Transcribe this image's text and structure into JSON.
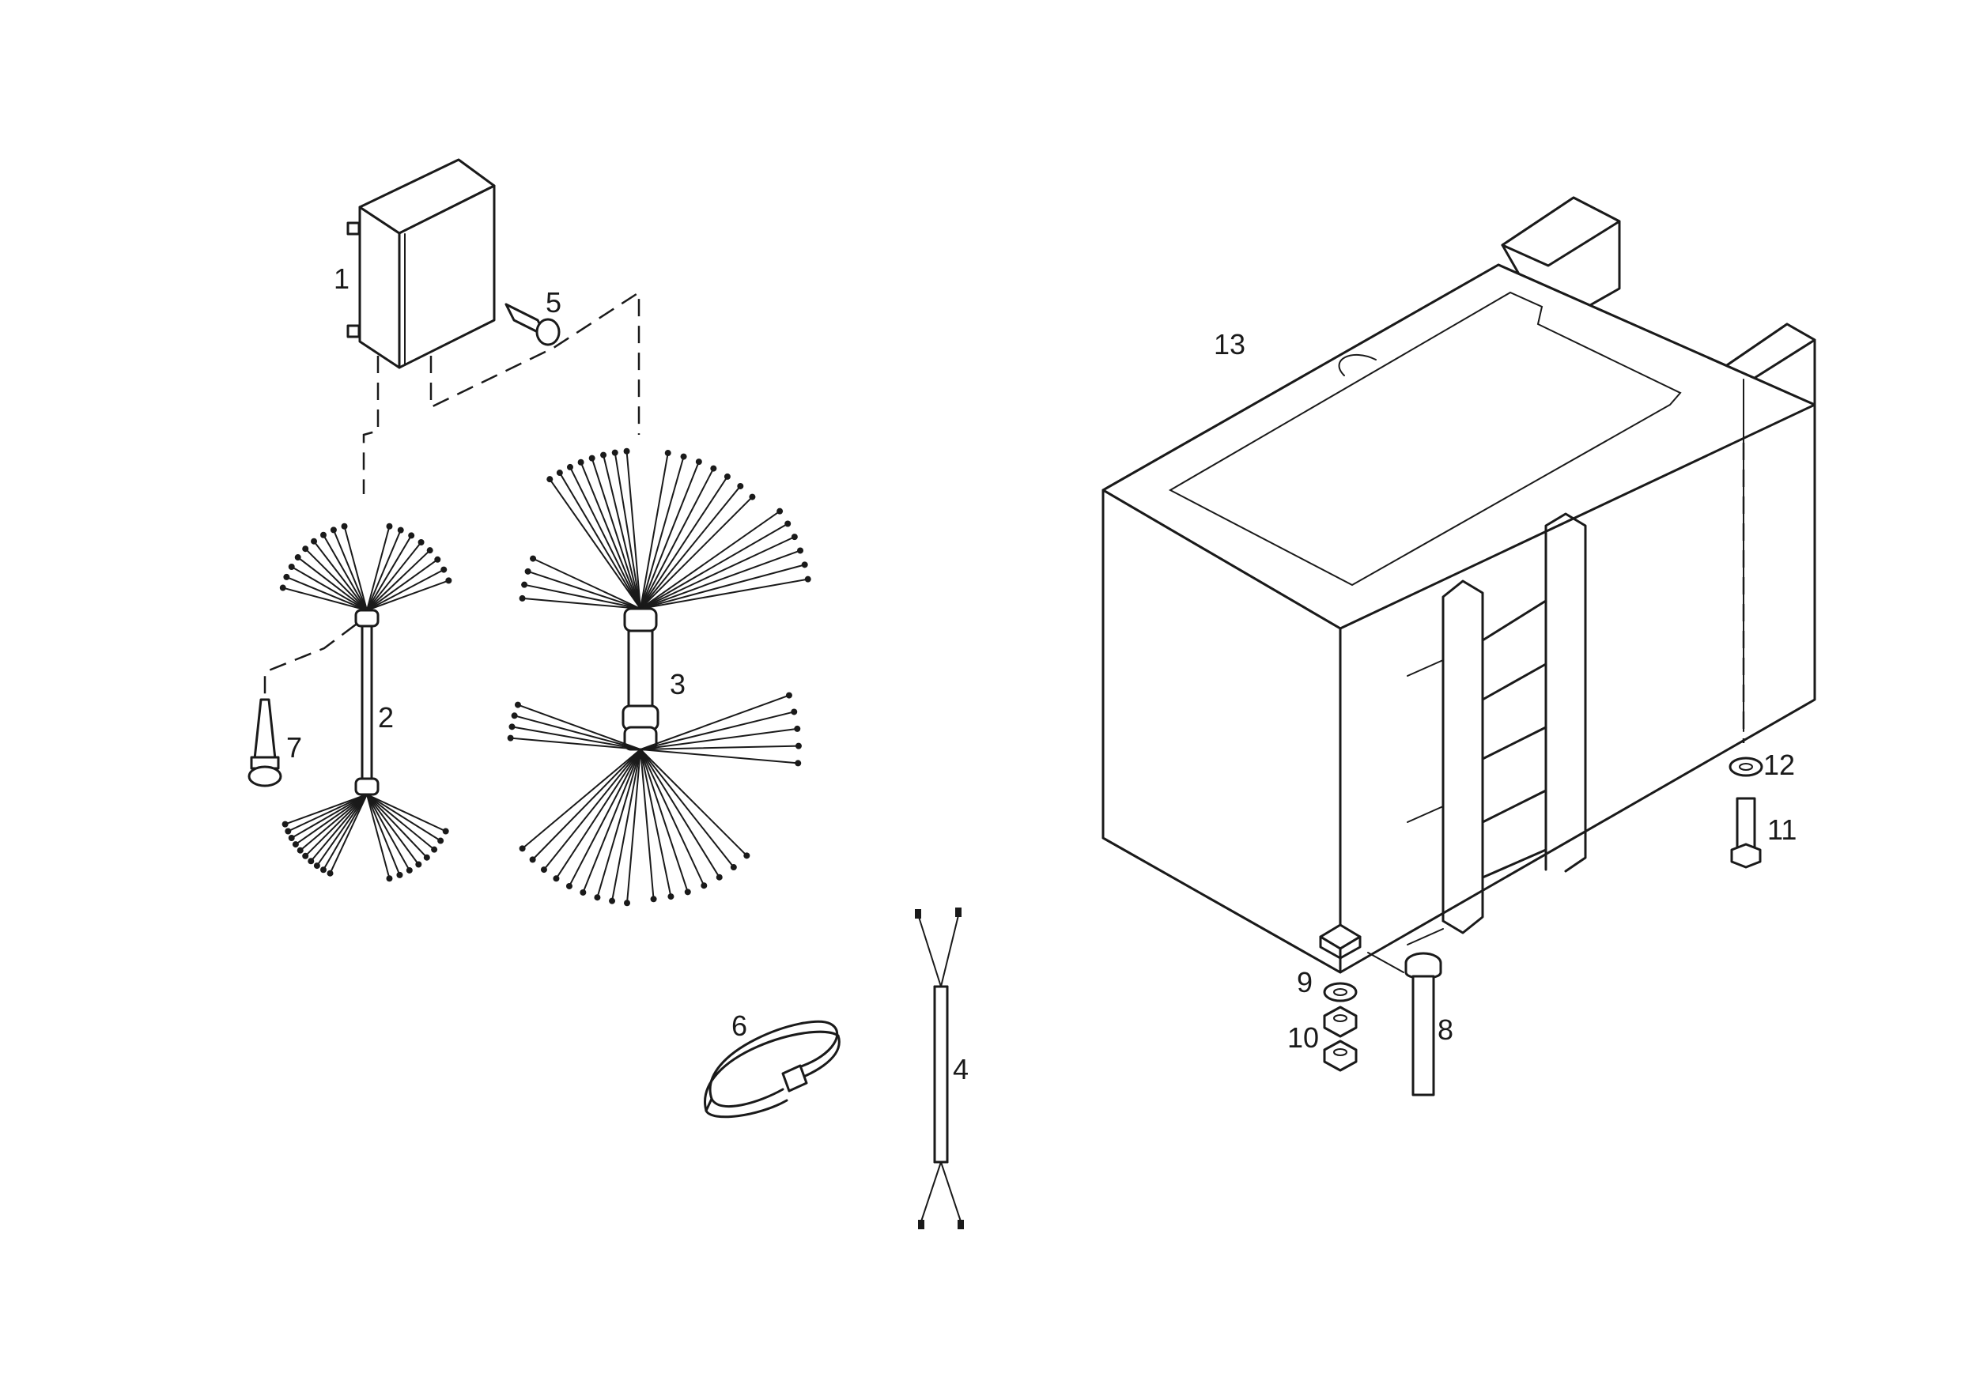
{
  "callouts": {
    "p1": "1",
    "p2": "2",
    "p3": "3",
    "p4": "4",
    "p5": "5",
    "p6": "6",
    "p7": "7",
    "p8": "8",
    "p9": "9",
    "p10": "10",
    "p11": "11",
    "p12": "12",
    "p13": "13"
  },
  "colors": {
    "ink": "#1a1a1a",
    "paper": "#ffffff"
  }
}
